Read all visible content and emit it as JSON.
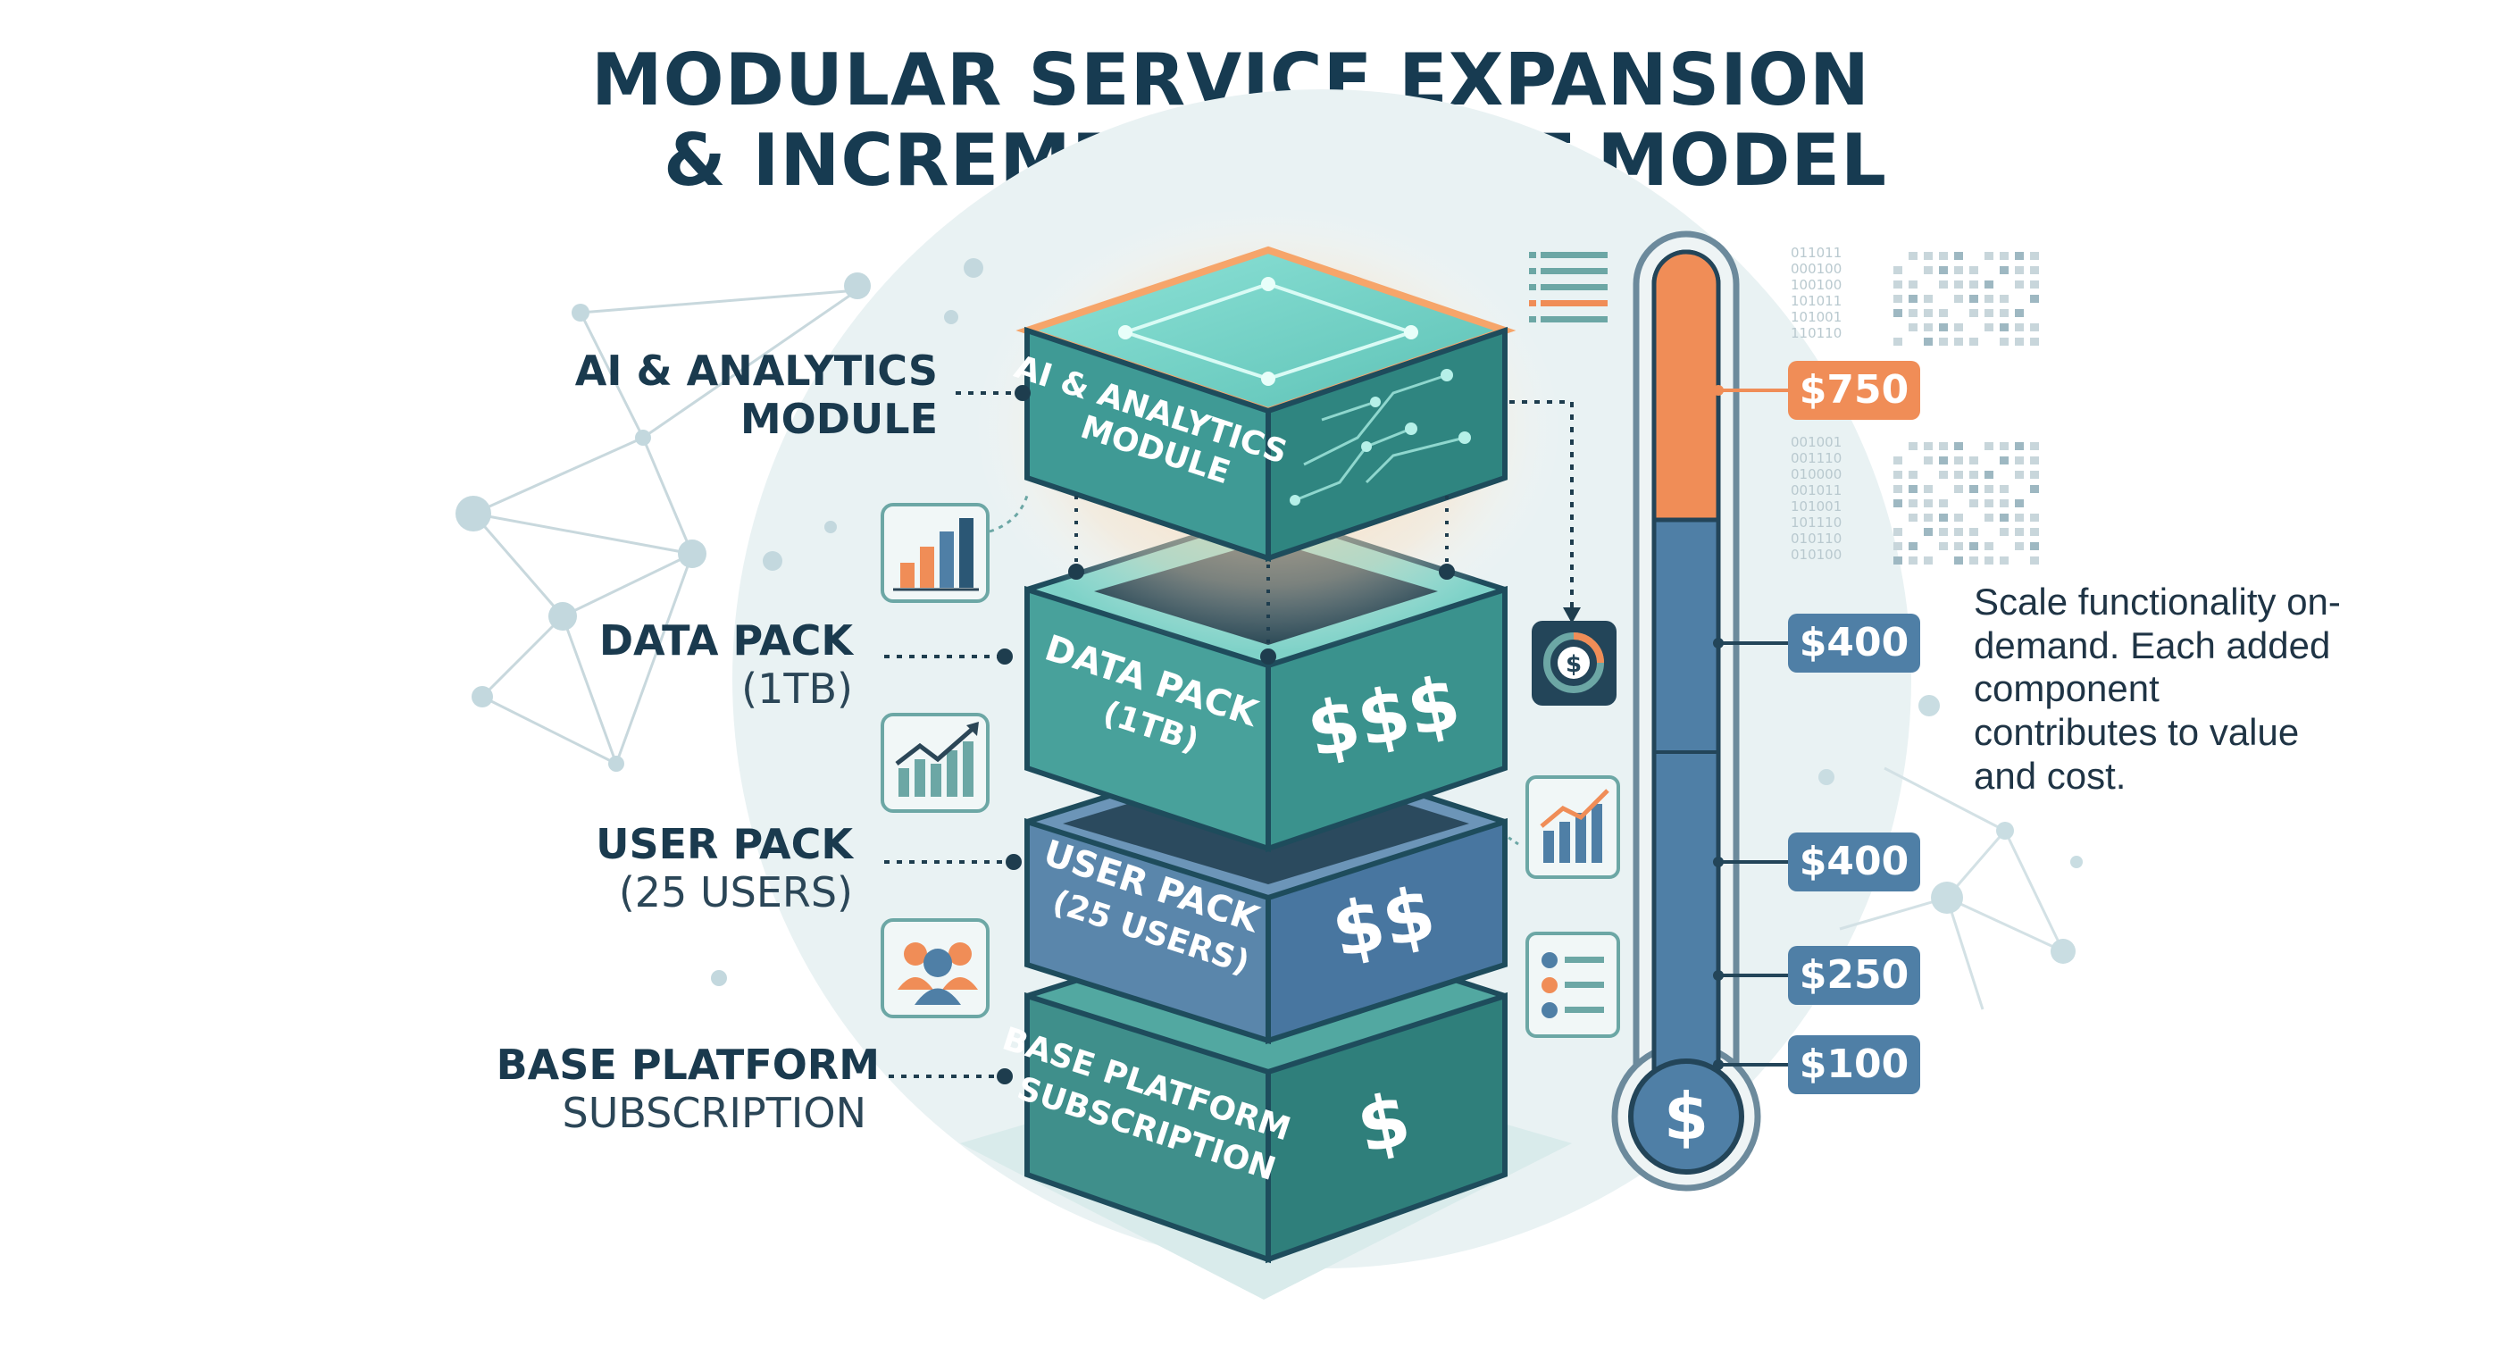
{
  "title": {
    "line1": "MODULAR SERVICE EXPANSION",
    "line2": "& INCREMENTAL COST MODEL"
  },
  "layers": [
    {
      "id": "ai",
      "label_bold": "AI & ANALYTICS",
      "label_bold2": "MODULE",
      "face_line1": "AI & ANALYTICS",
      "face_line2": "MODULE",
      "symbol": "",
      "color": "#4a9e9a"
    },
    {
      "id": "data",
      "label_bold": "DATA PACK",
      "label_normal": "(1TB)",
      "face_line1": "DATA PACK",
      "face_line2": "(1TB)",
      "symbol": "$$$",
      "color": "#3f948f"
    },
    {
      "id": "user",
      "label_bold": "USER PACK",
      "label_normal": "(25 USERS)",
      "face_line1": "USER PACK",
      "face_line2": "(25 USERS)",
      "symbol": "$$",
      "color": "#4f7fa6"
    },
    {
      "id": "base",
      "label_bold": "BASE PLATFORM",
      "label_normal": "SUBSCRIPTION",
      "face_line1": "BASE PLATFORM",
      "face_line2": "SUBSCRIPTION",
      "symbol": "$",
      "color": "#3f948f"
    }
  ],
  "thermometer": {
    "bulb_symbol": "$",
    "prices": [
      {
        "label": "$750",
        "color": "#f08d57"
      },
      {
        "label": "$400",
        "color": "#4f7fa6"
      },
      {
        "label": "$400",
        "color": "#4f7fa6"
      },
      {
        "label": "$250",
        "color": "#4f7fa6"
      },
      {
        "label": "$100",
        "color": "#4f7fa6"
      }
    ]
  },
  "description": "Scale functionality on-demand. Each added component contributes to value and cost.",
  "icons": [
    "bar-chart-icon",
    "trend-chart-icon",
    "users-icon",
    "dollar-gauge-icon",
    "growth-chart-icon",
    "checklist-icon"
  ],
  "colors": {
    "teal": "#3f948f",
    "blue": "#4f7fa6",
    "orange": "#f08d57",
    "navy": "#173b51"
  }
}
